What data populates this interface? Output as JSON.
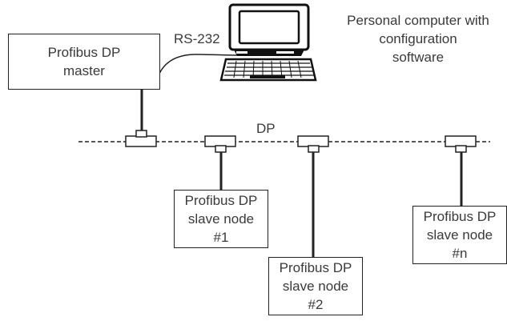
{
  "master": {
    "line1": "Profibus DP",
    "line2": "master"
  },
  "link_label": "RS-232",
  "bus_label": "DP",
  "pc_caption": {
    "line1": "Personal computer with",
    "line2": "configuration",
    "line3": "software"
  },
  "slaves": [
    {
      "line1": "Profibus DP",
      "line2": "slave node",
      "line3": "#1"
    },
    {
      "line1": "Profibus DP",
      "line2": "slave node",
      "line3": "#2"
    },
    {
      "line1": "Profibus DP",
      "line2": "slave node",
      "line3": "#n"
    }
  ],
  "colors": {
    "line": "#222222",
    "text": "#3a3a3a"
  }
}
